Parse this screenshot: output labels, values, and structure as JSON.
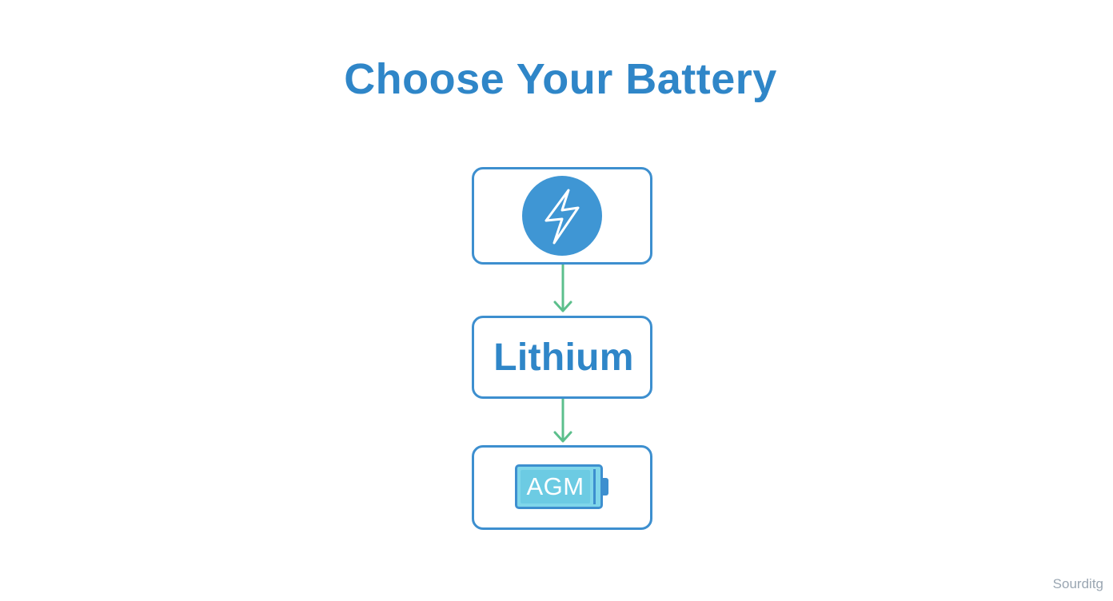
{
  "title": "Choose Your Battery",
  "nodes": [
    {
      "id": "top",
      "icon": "lightning-icon"
    },
    {
      "id": "middle",
      "label": "Lithium"
    },
    {
      "id": "bottom",
      "icon": "battery-icon",
      "label": "AGM"
    }
  ],
  "edges": [
    {
      "from": "top",
      "to": "middle"
    },
    {
      "from": "middle",
      "to": "bottom"
    }
  ],
  "watermark": "Sourditg",
  "colors": {
    "title": "#2f86c8",
    "box_border": "#3d8fcf",
    "icon_circle": "#3f96d4",
    "arrow": "#5cbf8c",
    "battery_fill": "#7fd6ea",
    "watermark": "#9aa6b2"
  }
}
